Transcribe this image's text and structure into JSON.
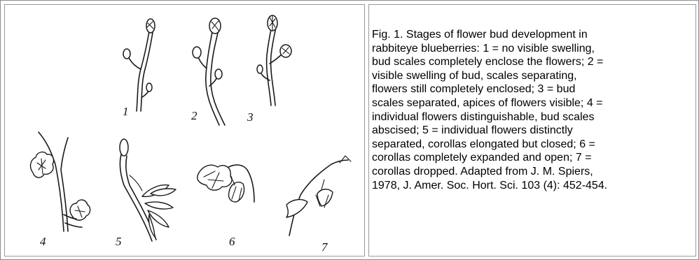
{
  "figure": {
    "stage_labels": [
      "1",
      "2",
      "3",
      "4",
      "5",
      "6",
      "7"
    ]
  },
  "caption": {
    "text": "Fig. 1. Stages of flower bud development in\nrabbiteye blueberries: 1 = no visible swelling,\nbud scales completely enclose the flowers; 2 =\nvisible swelling of bud, scales separating,\nflowers still completely enclosed; 3 = bud\nscales separated, apices of flowers visible; 4 =\nindividual flowers distinguishable, bud scales\nabscised; 5 = individual flowers distinctly\nseparated, corollas elongated but closed; 6 =\ncorollas completely expanded and open; 7 =\ncorollas dropped.  Adapted from J. M. Spiers,\n1978, J. Amer. Soc. Hort. Sci. 103 (4): 452-454."
  }
}
